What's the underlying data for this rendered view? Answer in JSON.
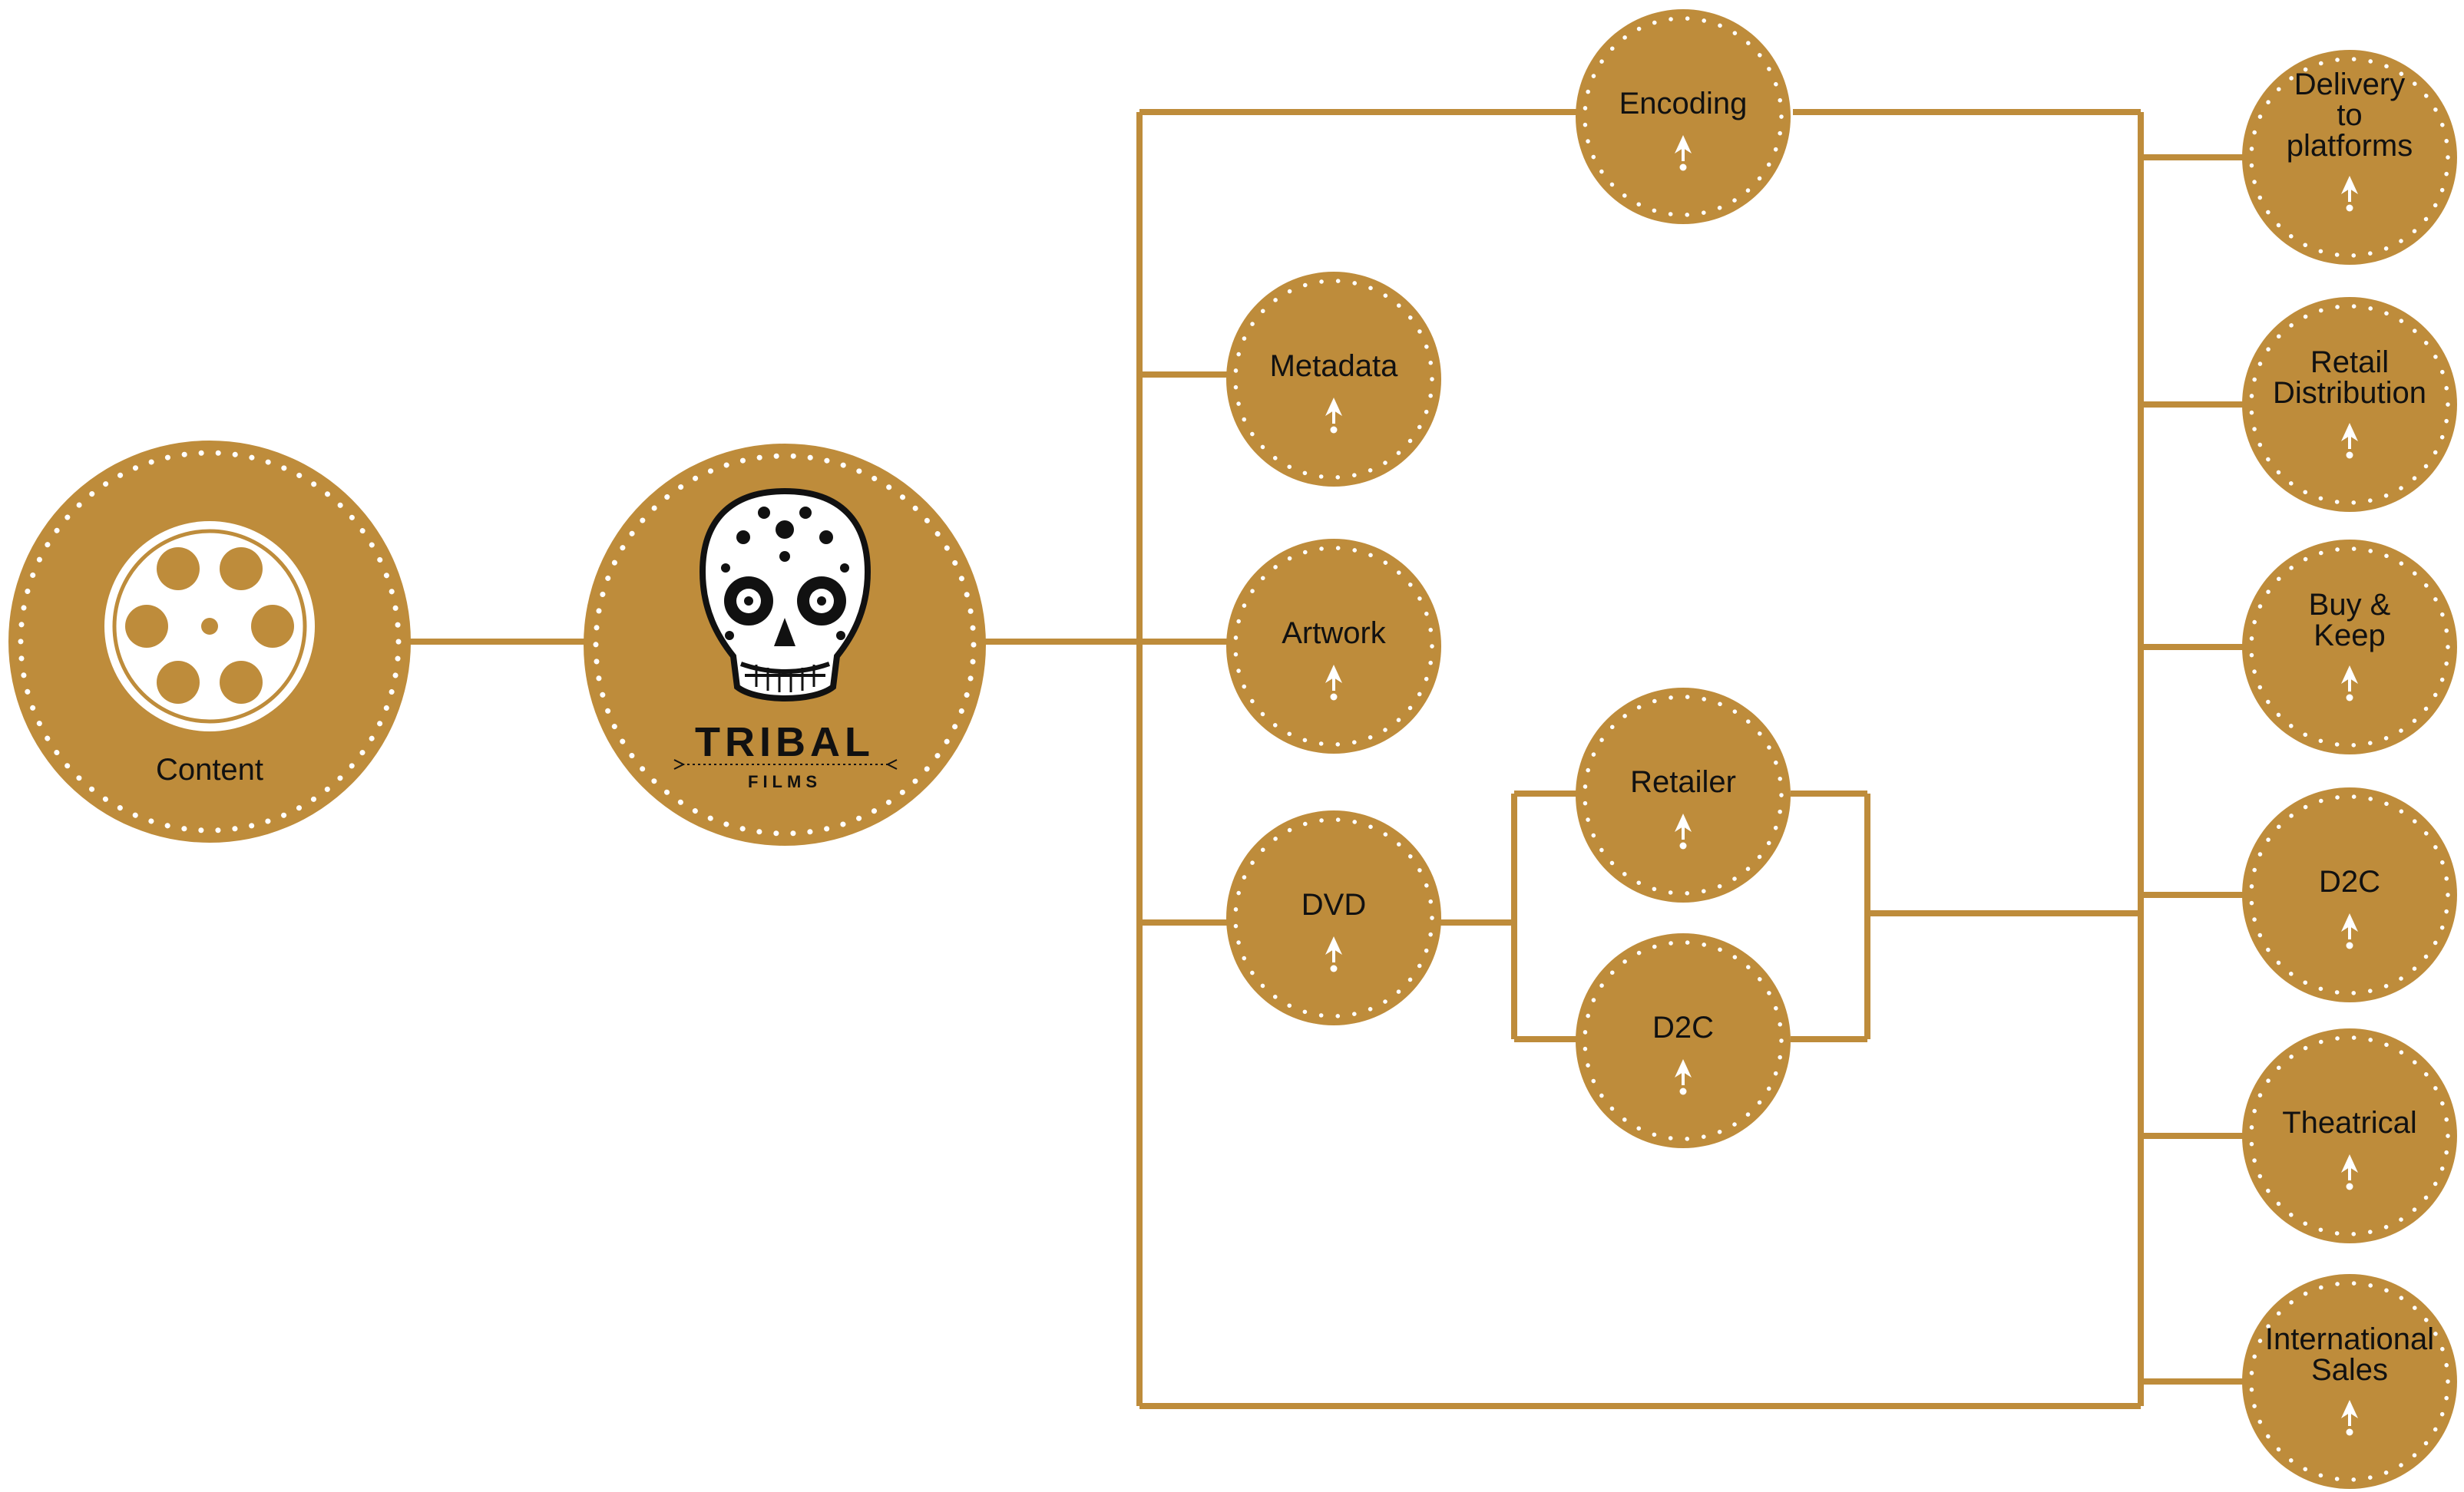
{
  "colors": {
    "gold": "#BE8C3B",
    "line": "#BE8C3B",
    "dots": "#ffffff",
    "text": "#111111"
  },
  "nodes": {
    "content": {
      "label": "Content",
      "icon": "film-reel-icon"
    },
    "tribal": {
      "title": "TRIBAL",
      "subtitle": "FILMS",
      "icon": "sugar-skull-logo-icon"
    },
    "encoding": {
      "label": "Encoding"
    },
    "metadata": {
      "label": "Metadata"
    },
    "artwork": {
      "label": "Artwork"
    },
    "dvd": {
      "label": "DVD"
    },
    "retailer": {
      "label": "Retailer"
    },
    "dvd_d2c": {
      "label": "D2C"
    },
    "delivery": {
      "label": [
        "Delivery",
        "to",
        "platforms"
      ]
    },
    "retail_distribution": {
      "label": [
        "Retail",
        "Distribution"
      ]
    },
    "buy_keep": {
      "label": [
        "Buy &",
        "Keep"
      ]
    },
    "d2c": {
      "label": "D2C"
    },
    "theatrical": {
      "label": "Theatrical"
    },
    "international_sales": {
      "label": [
        "International",
        "Sales"
      ]
    }
  }
}
